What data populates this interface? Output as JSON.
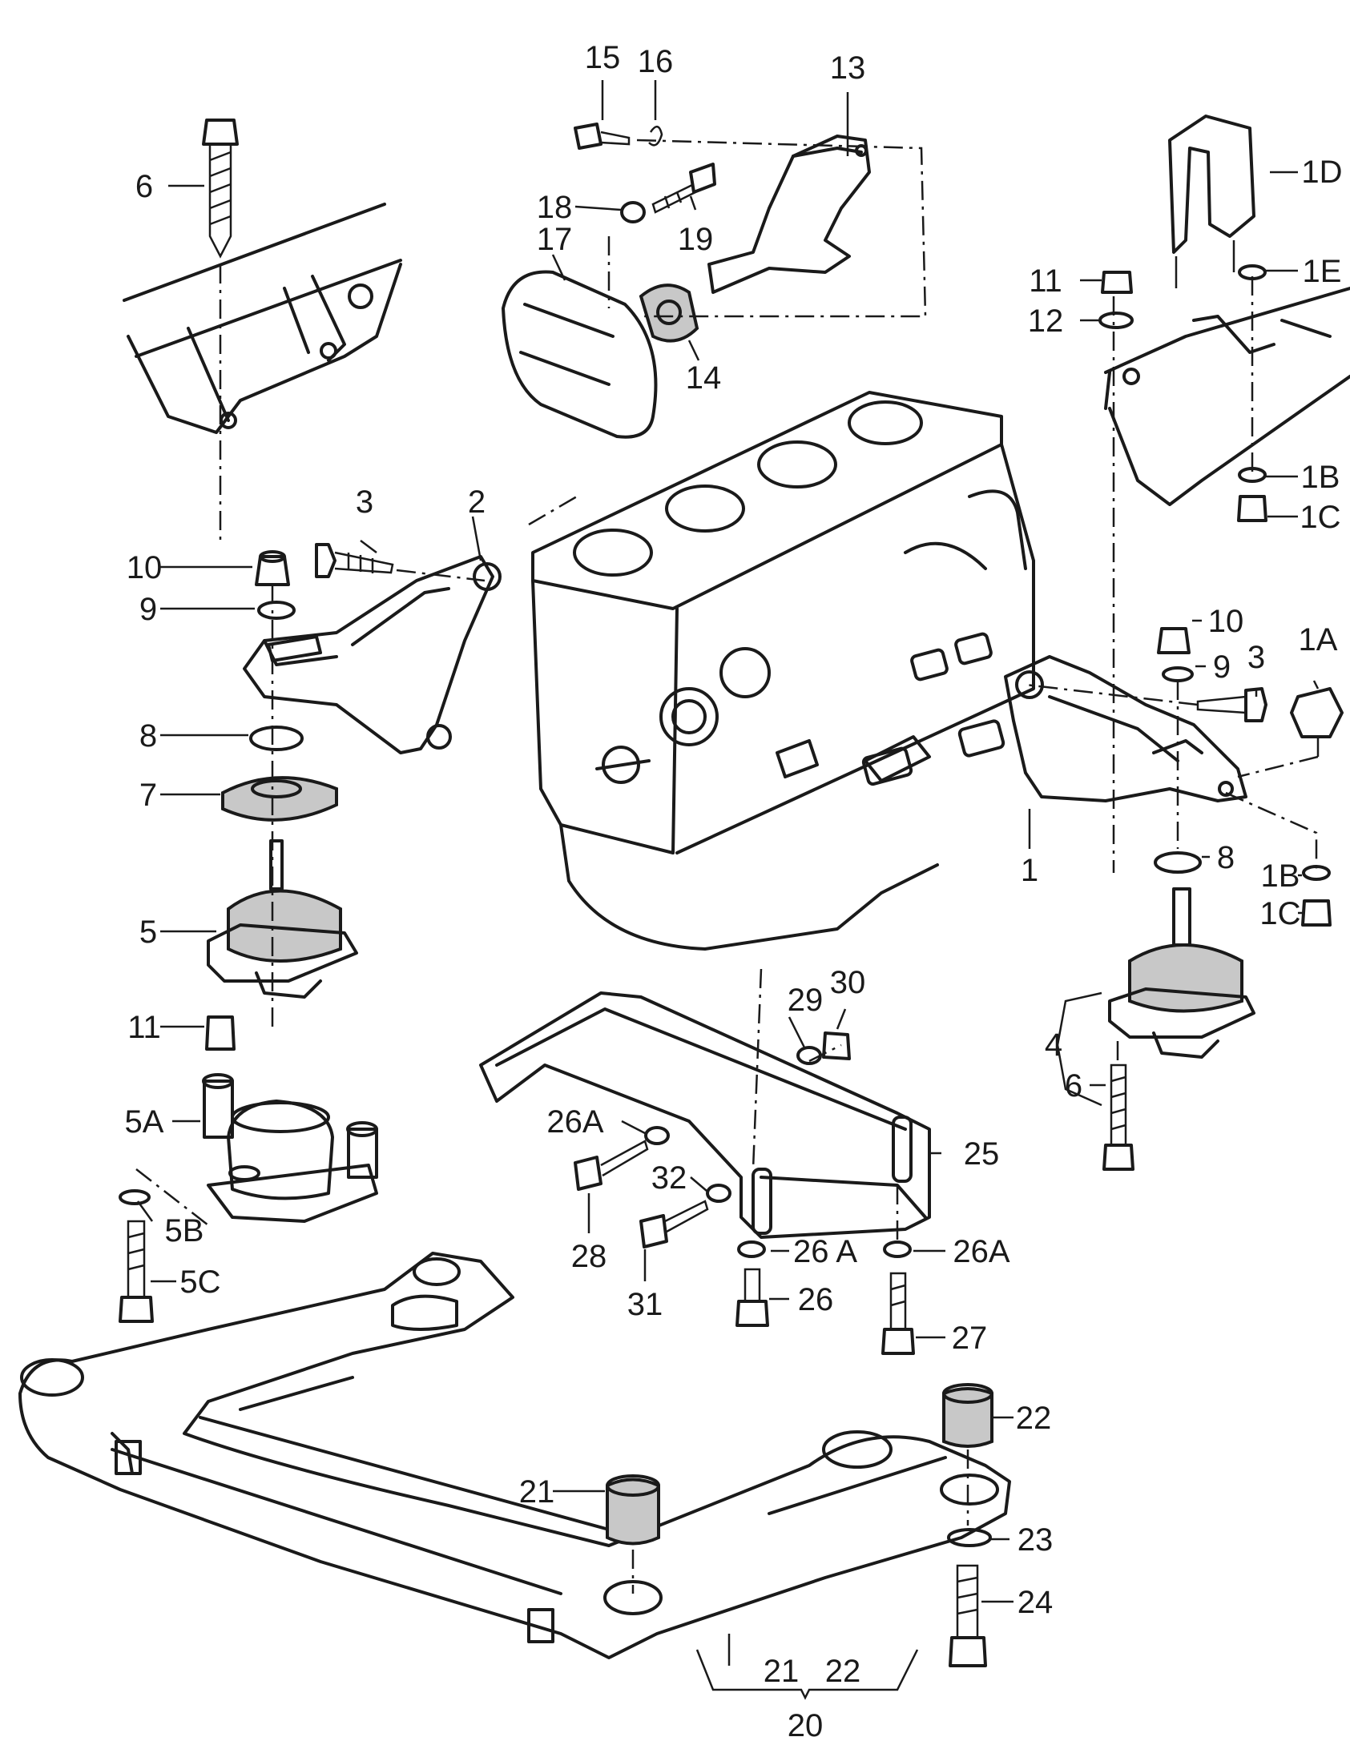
{
  "callouts": [
    {
      "id": "c1",
      "text": "1"
    },
    {
      "id": "c1A",
      "text": "1A"
    },
    {
      "id": "c1B_top",
      "text": "1B"
    },
    {
      "id": "c1C_top",
      "text": "1C"
    },
    {
      "id": "c1D",
      "text": "1D"
    },
    {
      "id": "c1E",
      "text": "1E"
    },
    {
      "id": "c1B_bottom",
      "text": "1B"
    },
    {
      "id": "c1C_bottom",
      "text": "1C"
    },
    {
      "id": "c2",
      "text": "2"
    },
    {
      "id": "c3_left",
      "text": "3"
    },
    {
      "id": "c3_right",
      "text": "3"
    },
    {
      "id": "c4",
      "text": "4"
    },
    {
      "id": "c5",
      "text": "5"
    },
    {
      "id": "c5A",
      "text": "5A"
    },
    {
      "id": "c5B",
      "text": "5B"
    },
    {
      "id": "c5C",
      "text": "5C"
    },
    {
      "id": "c6_left",
      "text": "6"
    },
    {
      "id": "c6_right",
      "text": "6"
    },
    {
      "id": "c7",
      "text": "7"
    },
    {
      "id": "c8_left",
      "text": "8"
    },
    {
      "id": "c8_right",
      "text": "8"
    },
    {
      "id": "c9_left",
      "text": "9"
    },
    {
      "id": "c9_right",
      "text": "9"
    },
    {
      "id": "c10_left",
      "text": "10"
    },
    {
      "id": "c10_right",
      "text": "10"
    },
    {
      "id": "c11_top",
      "text": "11"
    },
    {
      "id": "c11_left",
      "text": "11"
    },
    {
      "id": "c12",
      "text": "12"
    },
    {
      "id": "c13",
      "text": "13"
    },
    {
      "id": "c14",
      "text": "14"
    },
    {
      "id": "c15",
      "text": "15"
    },
    {
      "id": "c16",
      "text": "16"
    },
    {
      "id": "c17",
      "text": "17"
    },
    {
      "id": "c18",
      "text": "18"
    },
    {
      "id": "c19",
      "text": "19"
    },
    {
      "id": "c20",
      "text": "20"
    },
    {
      "id": "c21_part",
      "text": "21"
    },
    {
      "id": "c21_group",
      "text": "21"
    },
    {
      "id": "c22_part",
      "text": "22"
    },
    {
      "id": "c22_group",
      "text": "22"
    },
    {
      "id": "c23",
      "text": "23"
    },
    {
      "id": "c24",
      "text": "24"
    },
    {
      "id": "c25",
      "text": "25"
    },
    {
      "id": "c26",
      "text": "26"
    },
    {
      "id": "c26A_1",
      "text": "26A"
    },
    {
      "id": "c26A_2",
      "text": "26 A"
    },
    {
      "id": "c26A_3",
      "text": "26A"
    },
    {
      "id": "c27",
      "text": "27"
    },
    {
      "id": "c28",
      "text": "28"
    },
    {
      "id": "c29",
      "text": "29"
    },
    {
      "id": "c30",
      "text": "30"
    },
    {
      "id": "c31",
      "text": "31"
    },
    {
      "id": "c32",
      "text": "32"
    }
  ]
}
